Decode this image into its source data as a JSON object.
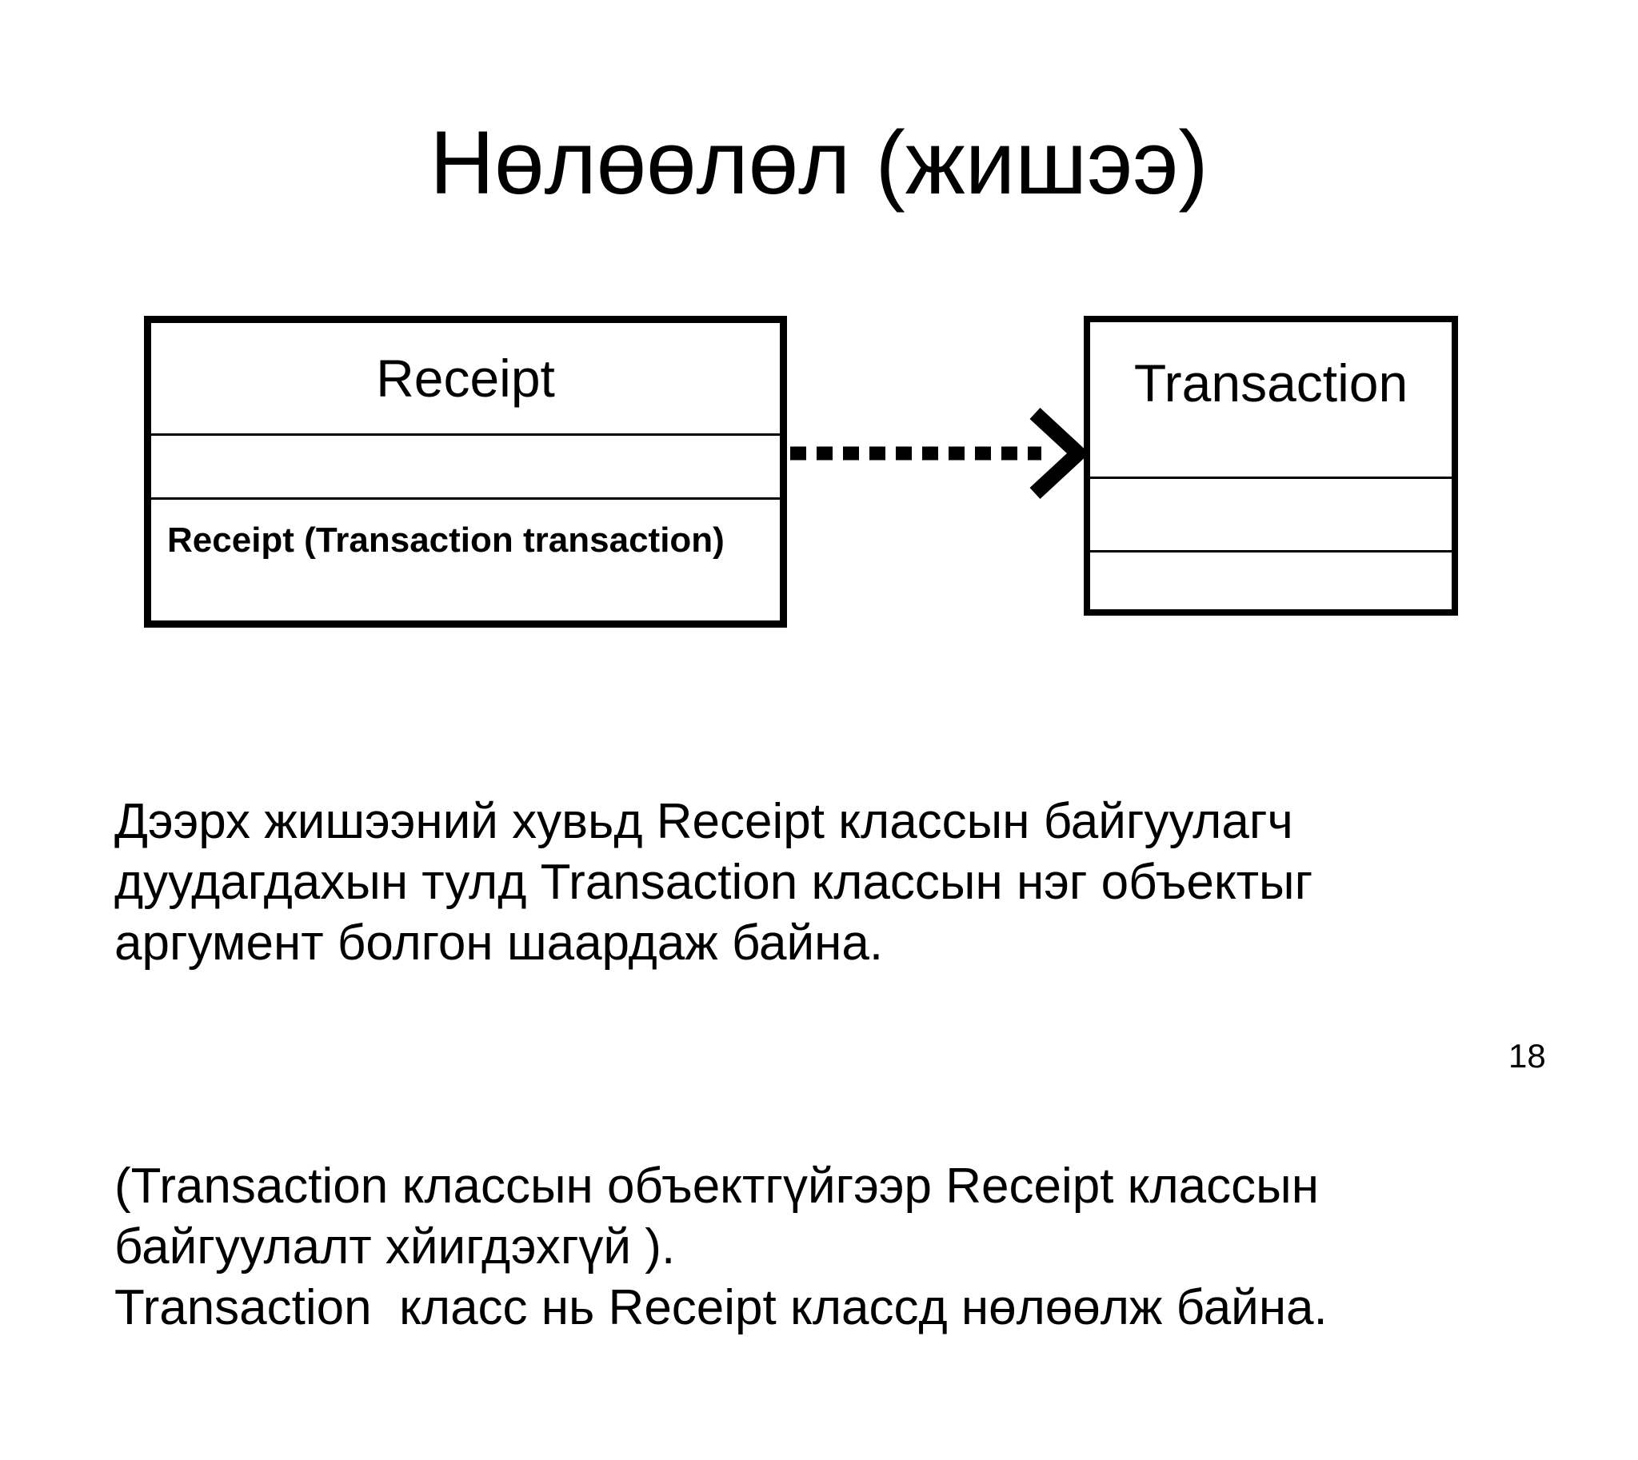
{
  "slide": {
    "title": "Нөлөөлөл (жишээ)",
    "page_number": "18",
    "background_color": "#ffffff",
    "text_color": "#000000"
  },
  "diagram": {
    "receipt_class": {
      "name": "Receipt",
      "attributes_section": "",
      "methods_section": "Receipt (Transaction transaction)"
    },
    "transaction_class": {
      "name": "Transaction",
      "attributes_section": "",
      "methods_section": ""
    },
    "arrow": {
      "type": "dashed-dependency-arrow",
      "from": "Receipt",
      "to": "Transaction",
      "color": "#000000"
    }
  },
  "body": {
    "paragraph1": "Дээрх жишээний хувьд Receipt классын байгуулагч\nдуудагдахын тулд Transaction классын нэг объектыг\nаргумент болгон шаардаж байна.",
    "paragraph2": "(Transaction классын объектгүйгээр Receipt классын\nбайгуулалт хйигдэхгүй ).\nTransaction  класс нь Receipt классд нөлөөлж байна."
  }
}
